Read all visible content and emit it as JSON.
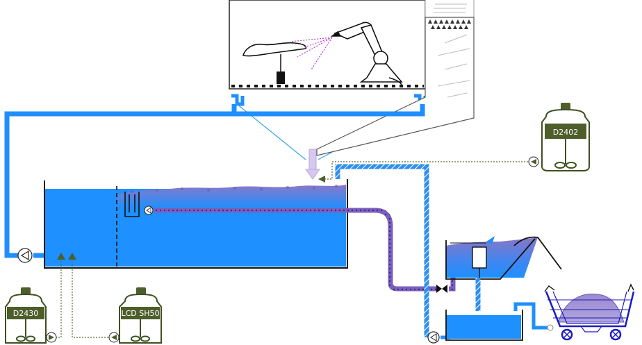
{
  "colors": {
    "water": "#1e90ff",
    "water_light": "#3aa0ff",
    "foam": "#8a78c8",
    "sludge": "#7a66b8",
    "pipe_blue": "#1f8fff",
    "chemical": "#4d5e2b",
    "chemical_dark": "#3f4f22",
    "line_blue": "#35a4e8",
    "outline": "#222222"
  },
  "chemical_tanks": [
    {
      "label": "D2402"
    },
    {
      "label": "D2430"
    },
    {
      "label": "LCD SH50"
    }
  ],
  "icons": [
    "spray-robot-icon",
    "pump-icon",
    "valve-icon",
    "arrow-icon",
    "mixer-icon",
    "cart-icon"
  ]
}
